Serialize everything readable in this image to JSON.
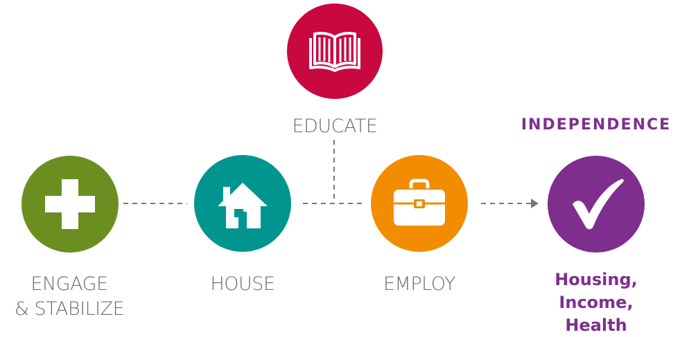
{
  "steps": {
    "engage": {
      "label": "ENGAGE\n& STABILIZE",
      "icon": "plus-icon",
      "color": "#6a8f20"
    },
    "house": {
      "label": "HOUSE",
      "icon": "house-icon",
      "color": "#00958f"
    },
    "educate": {
      "label": "EDUCATE",
      "icon": "book-icon",
      "color": "#c8083f"
    },
    "employ": {
      "label": "EMPLOY",
      "icon": "briefcase-icon",
      "color": "#f28c00"
    },
    "independence": {
      "title": "INDEPENDENCE",
      "label": "Housing,\nIncome,\nHealth",
      "icon": "checkmark-icon",
      "color": "#7e2f8e"
    }
  },
  "connector_color": "#777777"
}
